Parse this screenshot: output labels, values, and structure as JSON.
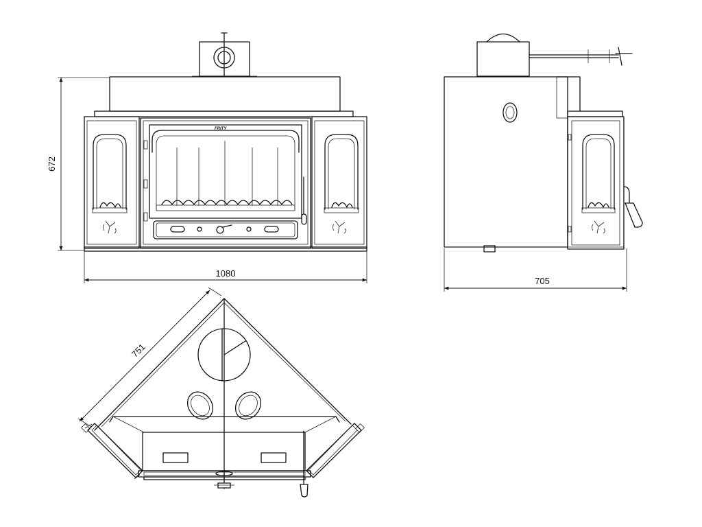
{
  "dimensions": {
    "front_height": "672",
    "front_width": "1080",
    "side_depth": "705",
    "top_side": "751"
  },
  "brand_label": "FRITY"
}
